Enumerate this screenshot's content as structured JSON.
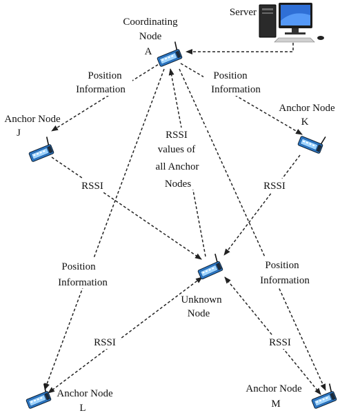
{
  "nodes": {
    "server": {
      "label": "Server"
    },
    "coordinator": {
      "line1": "Coordinating",
      "line2": "Node",
      "line3": "A"
    },
    "anchor_j": {
      "line1": "Anchor Node",
      "line2": "J"
    },
    "anchor_k": {
      "line1": "Anchor Node",
      "line2": "K"
    },
    "anchor_l": {
      "line1": "Anchor Node",
      "line2": "L"
    },
    "anchor_m": {
      "line1": "Anchor Node",
      "line2": "M"
    },
    "unknown": {
      "line1": "Unknown",
      "line2": "Node"
    }
  },
  "labels": {
    "pos_left_top": {
      "line1": "Position",
      "line2": "Information"
    },
    "pos_right_top": {
      "line1": "Position",
      "line2": "Information"
    },
    "pos_left_bottom": {
      "line1": "Position",
      "line2": "Information"
    },
    "pos_right_bottom": {
      "line1": "Position",
      "line2": "Information"
    },
    "rssi_center": {
      "line1": "RSSI",
      "line2": "values of",
      "line3": "all Anchor",
      "line4": "Nodes"
    },
    "rssi_j": "RSSI",
    "rssi_k": "RSSI",
    "rssi_l": "RSSI",
    "rssi_m": "RSSI"
  },
  "icons": {
    "sensor": "sensor-mote-icon",
    "server": "desktop-computer-icon"
  }
}
